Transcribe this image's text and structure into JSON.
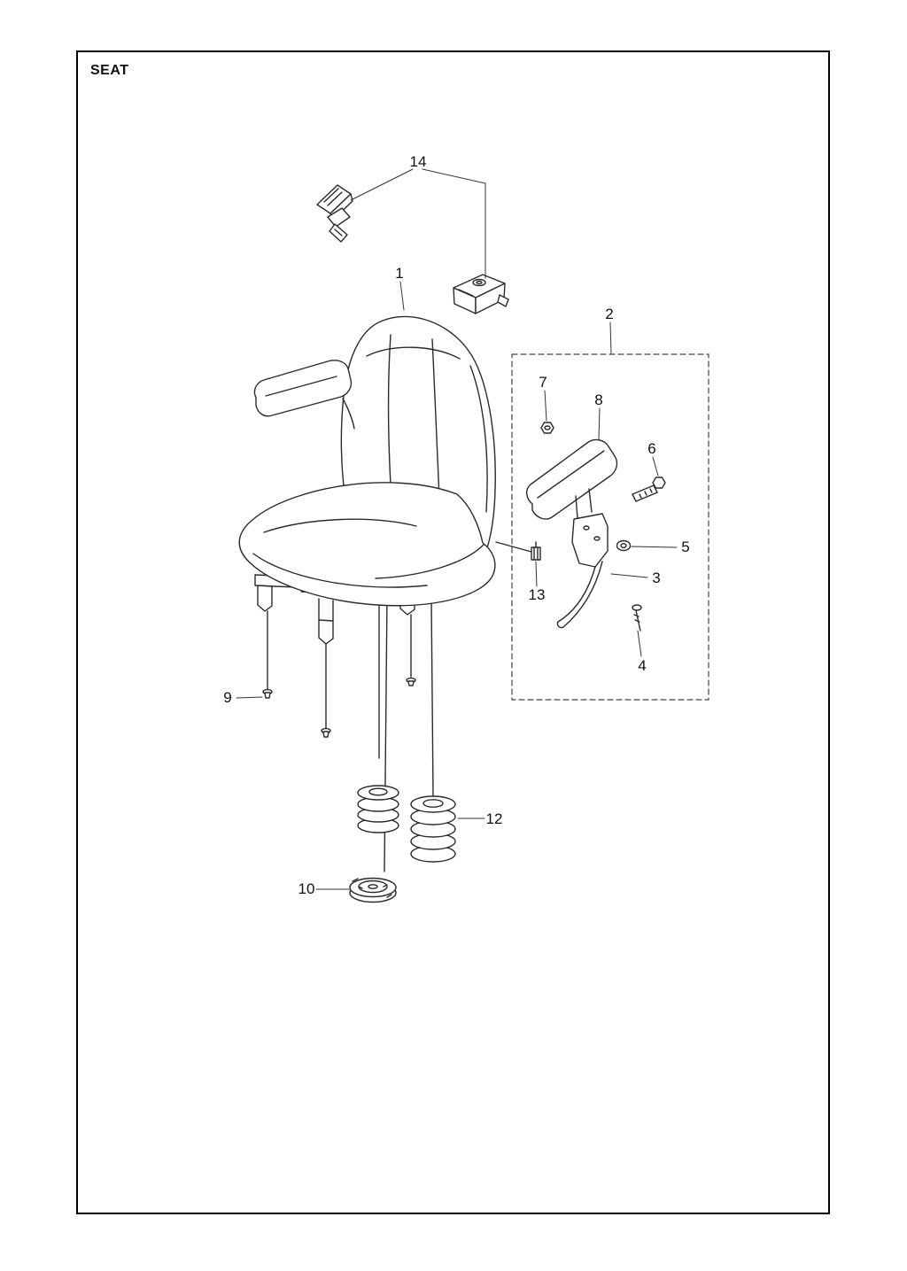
{
  "page": {
    "title": "SEAT"
  },
  "callouts": {
    "c1": "1",
    "c2": "2",
    "c3": "3",
    "c4": "4",
    "c5": "5",
    "c6": "6",
    "c7": "7",
    "c8": "8",
    "c9": "9",
    "c10": "10",
    "c12": "12",
    "c13": "13",
    "c14": "14"
  }
}
